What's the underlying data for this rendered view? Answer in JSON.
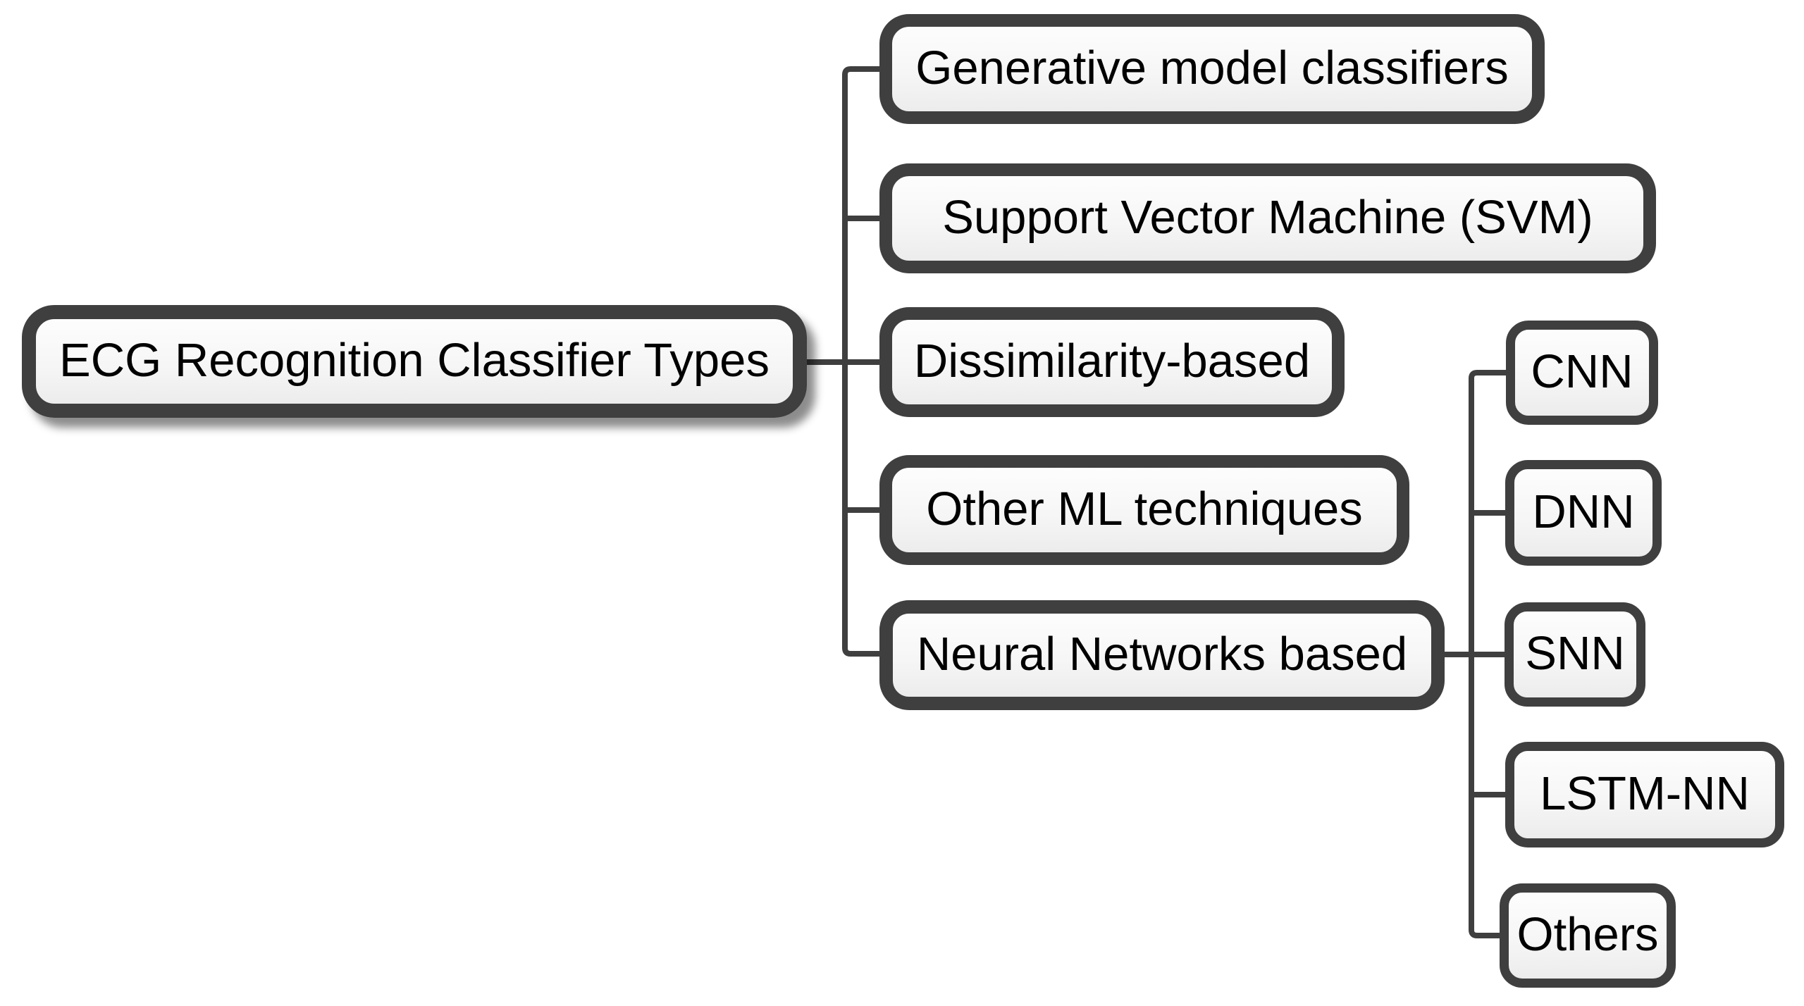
{
  "diagram": {
    "type": "tree",
    "orientation": "left-to-right",
    "background": "#ffffff",
    "colors": {
      "node_border": "#3f3f3f",
      "node_fill_top": "#fdfdfd",
      "node_fill_bottom": "#ececec",
      "connector": "#3f3f3f",
      "text": "#000000",
      "root_shadow": "rgba(0,0,0,0.45)"
    },
    "root": {
      "label": "ECG Recognition Classifier Types"
    },
    "children": [
      {
        "label": "Generative model classifiers"
      },
      {
        "label": "Support Vector Machine (SVM)"
      },
      {
        "label": "Dissimilarity-based"
      },
      {
        "label": "Other ML techniques"
      },
      {
        "label": "Neural Networks based",
        "children": [
          {
            "label": "CNN"
          },
          {
            "label": "DNN"
          },
          {
            "label": "SNN"
          },
          {
            "label": "LSTM-NN"
          },
          {
            "label": "Others"
          }
        ]
      }
    ]
  }
}
